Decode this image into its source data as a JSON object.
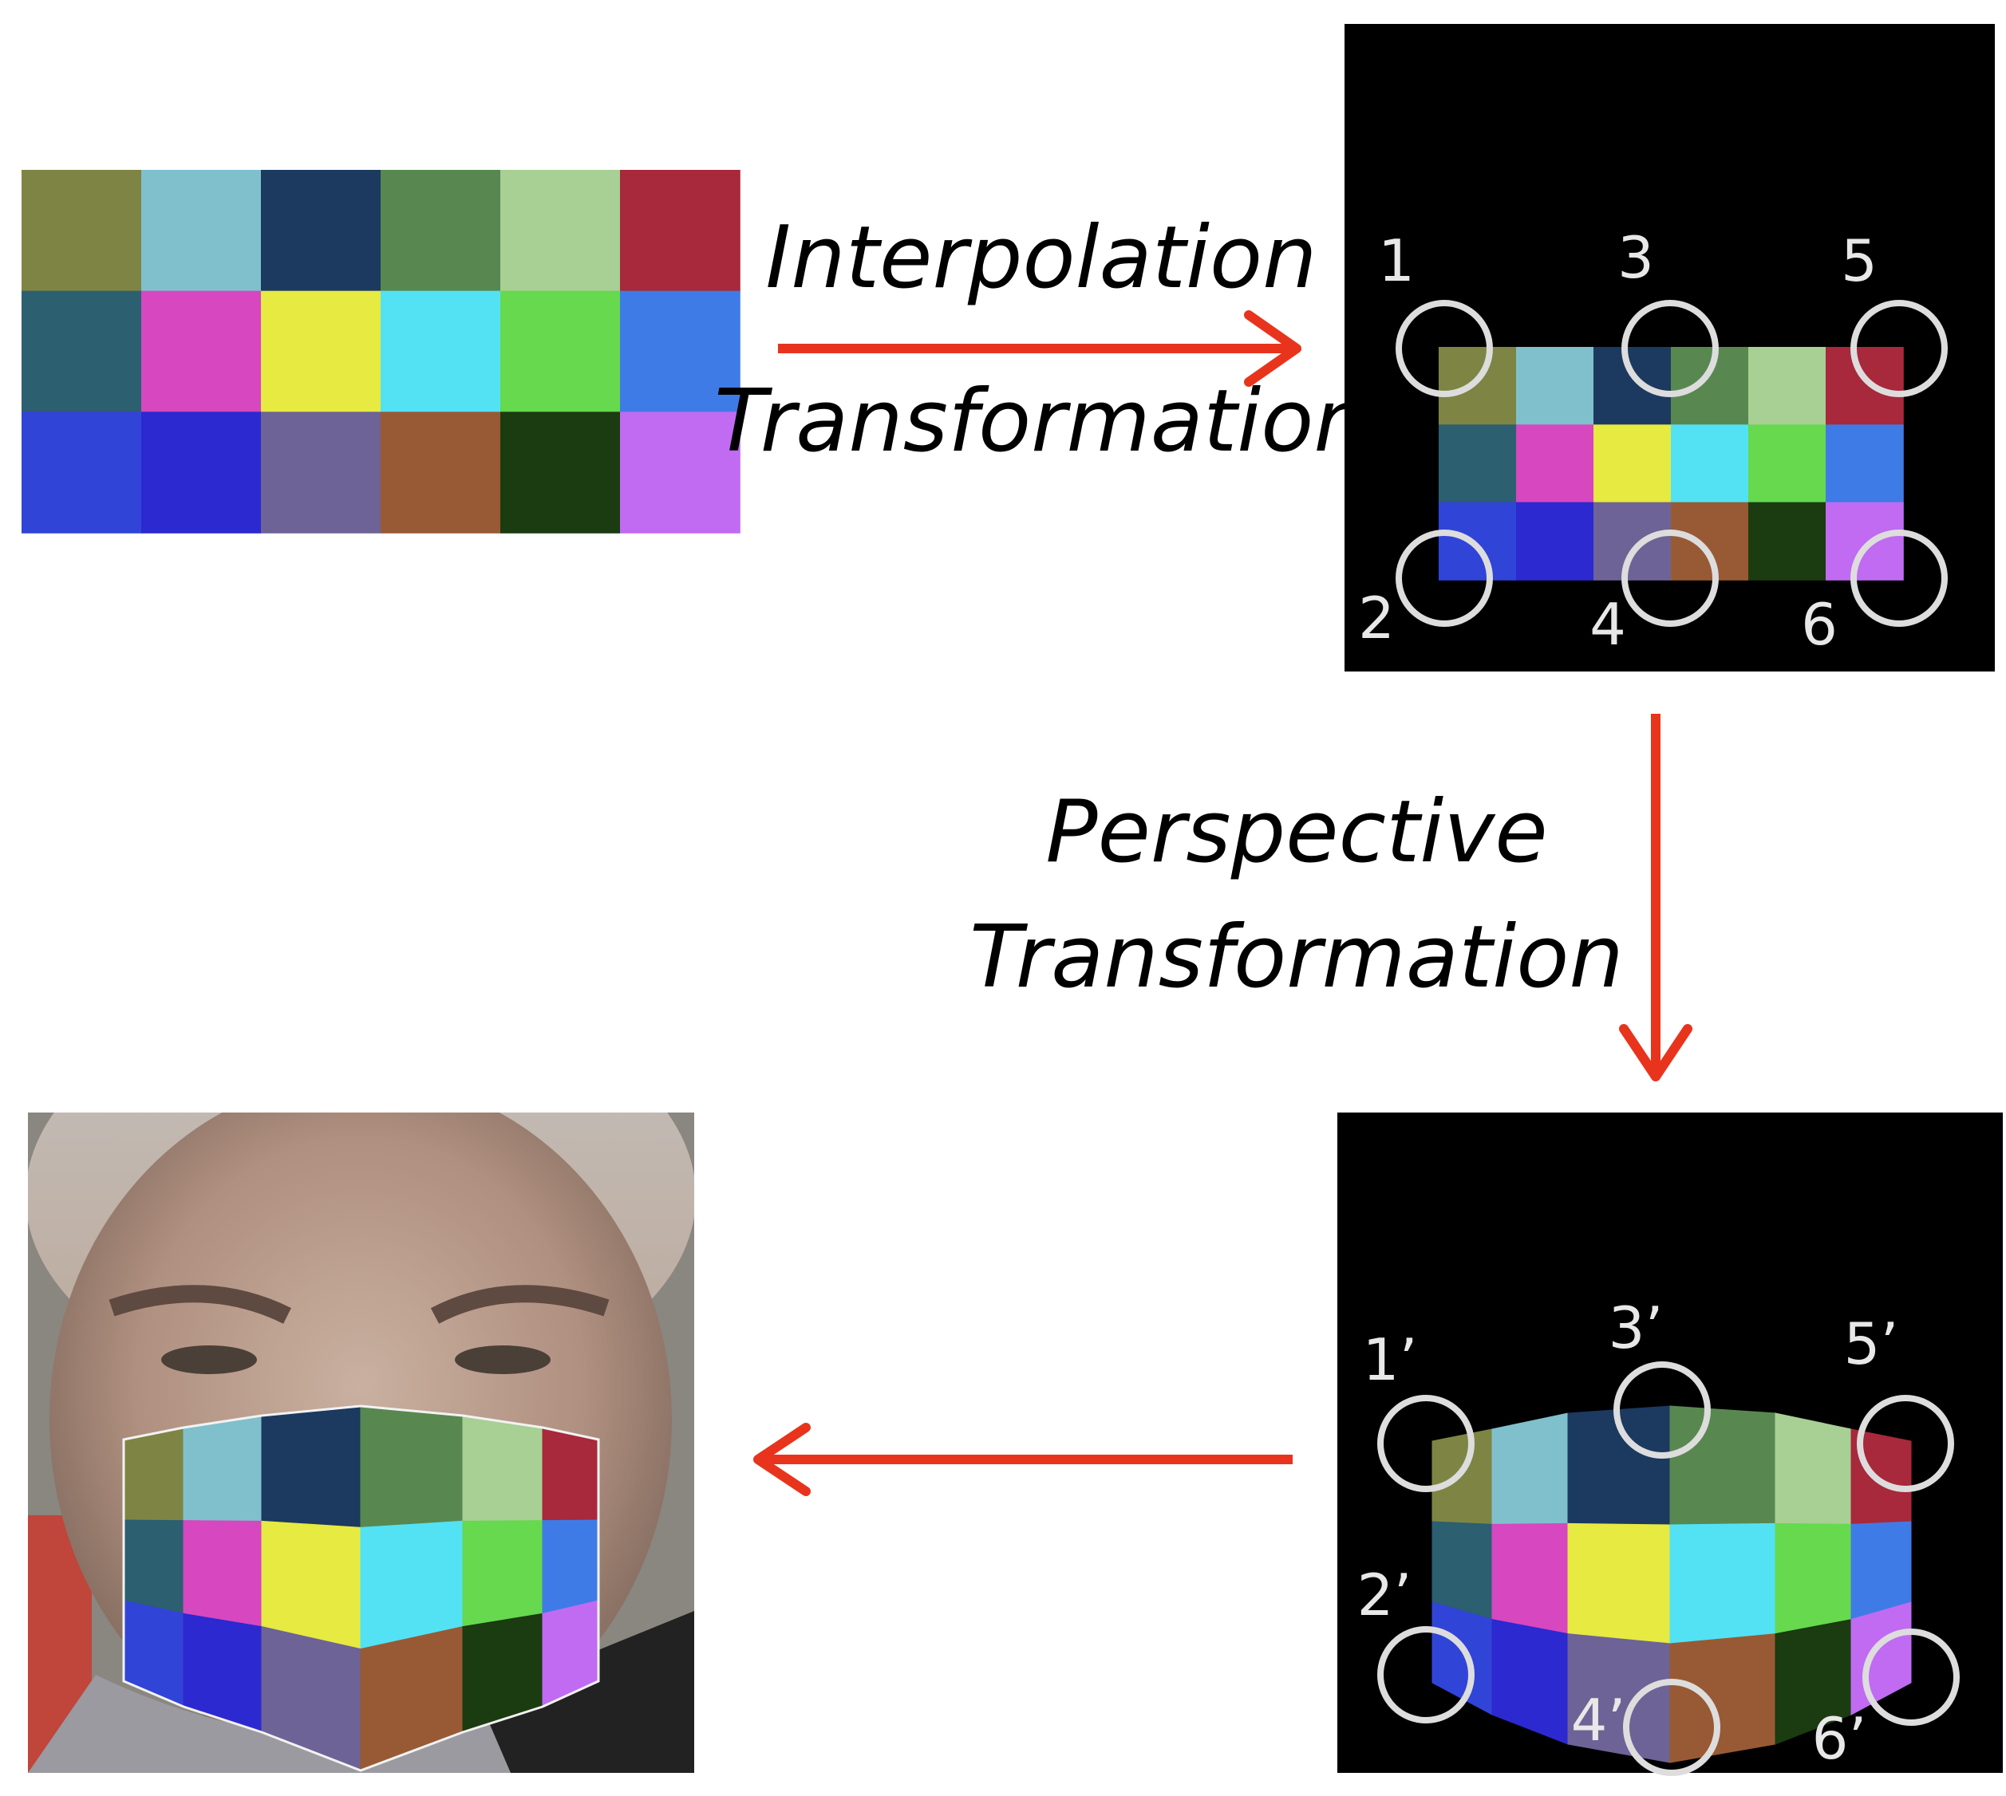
{
  "palette": {
    "rows": [
      [
        "#7e8544",
        "#7fc0cc",
        "#1c3960",
        "#588850",
        "#a8cf94",
        "#a8283c"
      ],
      [
        "#2c5f70",
        "#d647c0",
        "#e6ea41",
        "#52e2f4",
        "#66d94e",
        "#3f7be6"
      ],
      [
        "#3144d8",
        "#2c29d0",
        "#6e6396",
        "#985a34",
        "#1b3b10",
        "#c06bf2"
      ]
    ]
  },
  "arrow_color": "#e8341c",
  "circle_color": "#dddddd",
  "labels": {
    "interp_line1": "Interpolation",
    "interp_line2": "Transformation",
    "persp_line1": "Perspective",
    "persp_line2": "Transformation"
  },
  "points_top": [
    "1",
    "2",
    "3",
    "4",
    "5",
    "6"
  ],
  "points_bottom": [
    "1’",
    "2’",
    "3’",
    "4’",
    "5’",
    "6’"
  ]
}
